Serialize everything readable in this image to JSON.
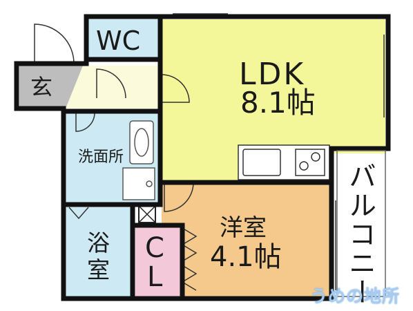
{
  "rooms": {
    "ldk_name": "LDK",
    "ldk_size": "8.1帖",
    "western_name": "洋室",
    "western_size": "4.1帖",
    "wc": "WC",
    "entrance": "玄",
    "washroom": "洗面所",
    "bath_top": "浴",
    "bath_bottom": "室",
    "closet_top": "C",
    "closet_bottom": "L",
    "balcony": "バルコニー"
  },
  "brand": "うめの地所",
  "colors": {
    "ldk": "#f4f69a",
    "western": "#f5c98c",
    "blue_rooms": "#cdeaf4",
    "closet": "#f3c8d8",
    "entrance": "#bdbdbd",
    "hallway": "#fbfbdc",
    "walls": "#111111",
    "brand_text": "#a8ccf0"
  }
}
